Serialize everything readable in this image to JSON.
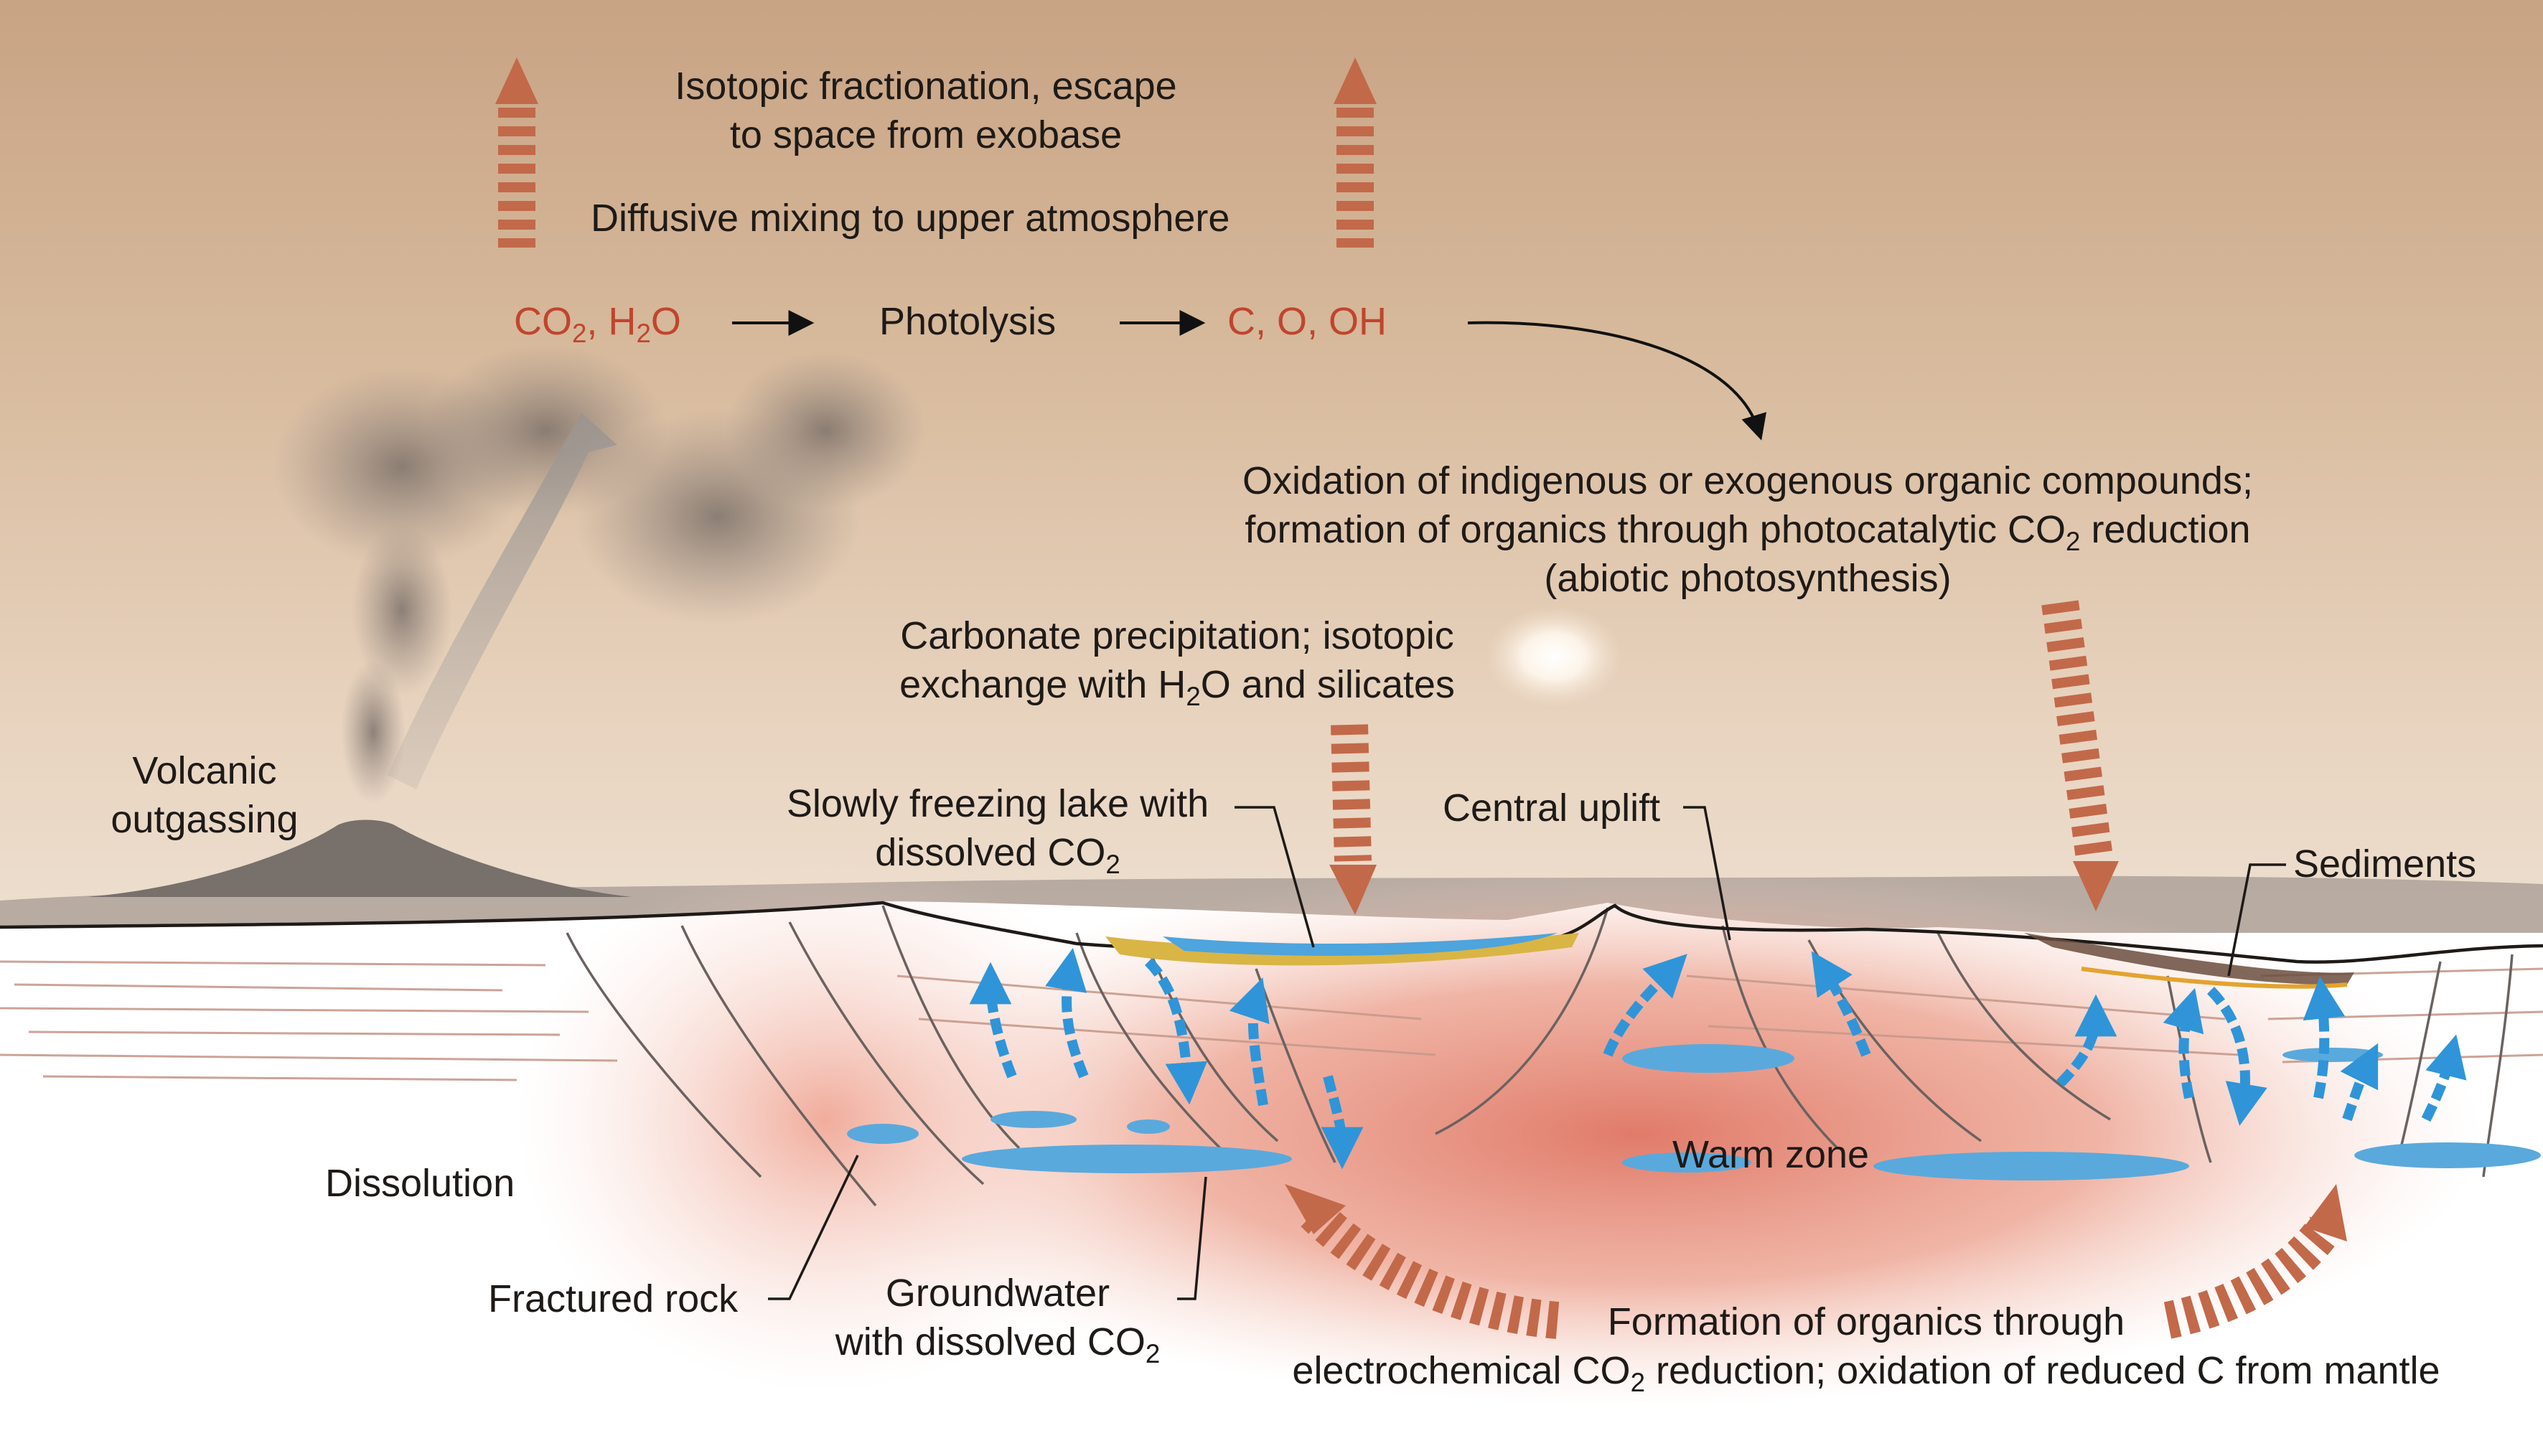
{
  "colors": {
    "sky_top": "#c8a384",
    "sky_horizon": "#ecd9c4",
    "ground": "#ffffff",
    "warm_zone": "#e17b6a",
    "water": "#5aa9dc",
    "flow_arrow": "#2f95d8",
    "process_arrow": "#c2694a",
    "chemical_text": "#c0452f",
    "text": "#1e1a17"
  },
  "top": {
    "escape_line1": "Isotopic fractionation, escape",
    "escape_line2": "to space from exobase",
    "mixing": "Diffusive mixing to upper atmosphere"
  },
  "reaction": {
    "reactants": {
      "a": "CO",
      "a_sub": "2",
      "b": ", H",
      "b_sub": "2",
      "c": "O"
    },
    "process": "Photolysis",
    "products": "C, O, OH"
  },
  "oxidation": {
    "line1": "Oxidation of indigenous or exogenous organic compounds;",
    "line2_a": "formation of organics through photocatalytic CO",
    "line2_sub": "2",
    "line2_b": " reduction",
    "line3": "(abiotic photosynthesis)"
  },
  "carbonate": {
    "line1": "Carbonate precipitation; isotopic",
    "line2_a": "exchange with H",
    "line2_sub": "2",
    "line2_b": "O and silicates"
  },
  "volcanic": {
    "line1": "Volcanic",
    "line2": "outgassing"
  },
  "lake": {
    "line1": "Slowly freezing lake with",
    "line2_a": "dissolved CO",
    "line2_sub": "2"
  },
  "uplift": "Central uplift",
  "sediments": "Sediments",
  "dissolution": "Dissolution",
  "warm_zone": "Warm zone",
  "fractured_rock": "Fractured rock",
  "groundwater": {
    "line1": "Groundwater",
    "line2_a": "with dissolved CO",
    "line2_sub": "2"
  },
  "formation": {
    "line1": "Formation of organics through",
    "line2_a": "electrochemical CO",
    "line2_sub": "2",
    "line2_b": " reduction; oxidation of reduced C from mantle"
  },
  "icons": [
    "volcano-icon",
    "sun-icon",
    "smoke-plume-icon"
  ]
}
